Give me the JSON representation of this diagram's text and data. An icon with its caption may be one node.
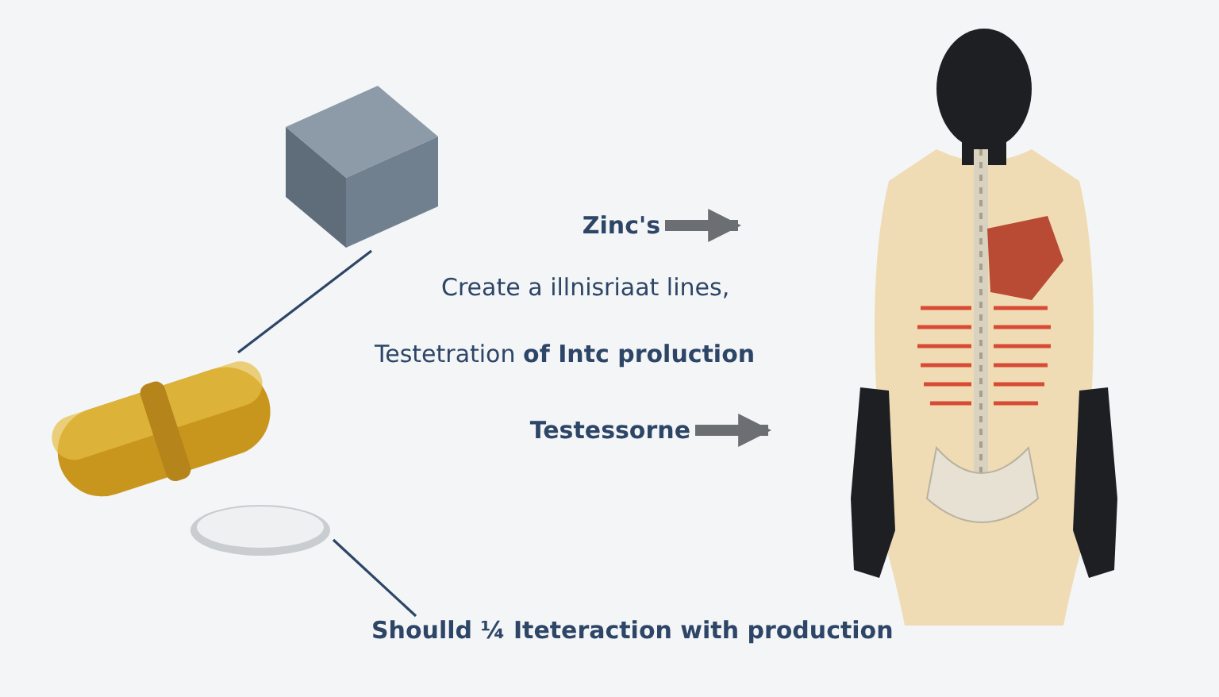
{
  "diagram": {
    "nodes": [
      {
        "text": [],
        "shape": "picture"
      },
      {
        "text": [],
        "shape": "picture"
      },
      {
        "text": [],
        "shape": "picture"
      },
      {
        "text": [
          "Zinc's"
        ]
      },
      {
        "text": [
          "Testessorne"
        ]
      },
      {
        "text": [
          "Shoulld ¼ Iteteraction with production"
        ]
      },
      {
        "text": [],
        "shape": "picture"
      }
    ],
    "edges": [
      {
        "from": 0,
        "to": 1,
        "arrow": "none"
      },
      {
        "from": 3,
        "to": null,
        "arrow": "to",
        "style": "thick"
      },
      {
        "from": 4,
        "to": null,
        "arrow": "to",
        "style": "thick"
      },
      {
        "from": 2,
        "to": 5,
        "arrow": "none"
      }
    ],
    "labels": [
      "Create a illnisriaat lines,",
      "Testetration **of Intc proluction**"
    ]
  }
}
